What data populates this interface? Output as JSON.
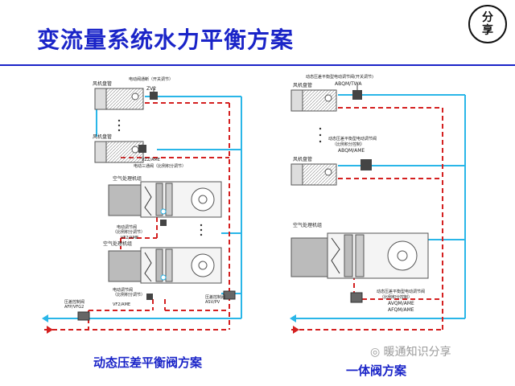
{
  "title": "变流量系统水力平衡方案",
  "badge": {
    "line1": "分",
    "line2": "享"
  },
  "left": {
    "caption": "动态压差平衡阀方案",
    "labels": {
      "fcu1": "风机盘管",
      "valve1": "电动阀通断（开关调节）",
      "zv2": "ZV2",
      "fcu2": "风机盘管",
      "vzz1": "VZZ/AME",
      "valve2a": "电动三通阀（比例积分调节）",
      "ahu1": "空气处理机组",
      "valve3a": "电动调节阀",
      "valve3b": "（比例积分调节）",
      "vfz1": "VF2/AME",
      "ahu2": "空气处理机组",
      "valve4a": "电动调节阀",
      "valve4b": "（比例积分调节）",
      "vfz2": "VF2/AME",
      "dp1": "压差控制阀",
      "afp": "AFP/VFG2",
      "dp2": "压差控制阀",
      "asv": "ASV/PV"
    }
  },
  "right": {
    "caption": "一体阀方案",
    "labels": {
      "top1": "动态压差平衡型电动调节阀(开关调节)",
      "abqm1": "ABQM/TWA",
      "fcu1": "风机盘管",
      "mid1": "动态压差平衡型电动调节阀",
      "mid2": "（比例积分控制）",
      "abqm2": "ABQM/AME",
      "fcu2": "风机盘管",
      "ahu": "空气处理机组",
      "bot1": "动态压差平衡型电动调节阀",
      "bot2": "（比例积分控制）",
      "avqm": "AVQM/AME",
      "afqm": "AFQM/AME"
    }
  },
  "watermark": "◎ 暖通知识分享",
  "colors": {
    "title": "#1a24c8",
    "supply": "#2ab6e8",
    "return": "#d42020",
    "equipment": "#555555"
  }
}
